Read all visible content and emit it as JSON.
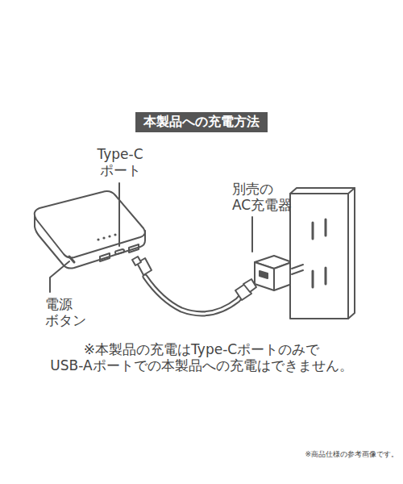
{
  "diagram": {
    "title": "本製品への充電方法",
    "labels": [
      "Type-C ポート",
      "別売の AC充電器",
      "電源 ボタン",
      "※本製品の充電はType-Cポートのみで USB-Aポートでの本製品への充電はできません。",
      "※商品仕様の参考画像です。"
    ]
  }
}
